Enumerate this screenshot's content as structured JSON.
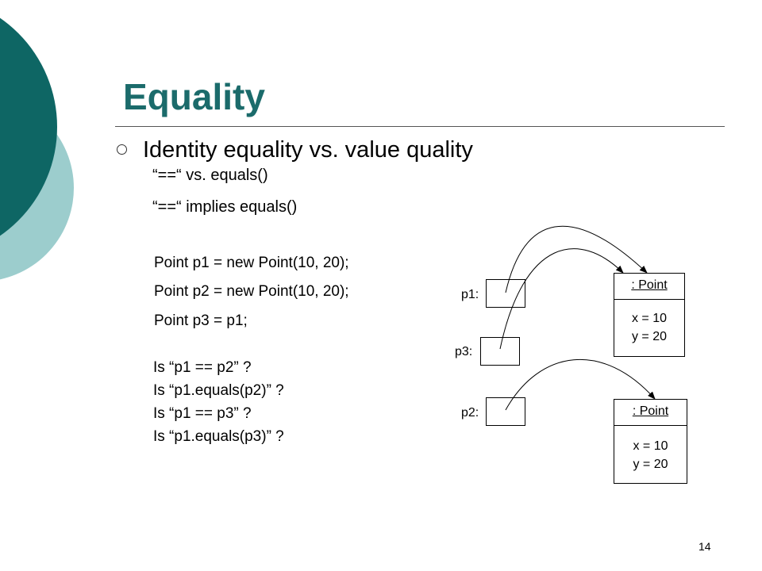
{
  "slide": {
    "title": "Equality",
    "bullet": "Identity equality vs. value quality",
    "sub_items": [
      "“==“ vs. equals()",
      "“==“ implies equals()"
    ],
    "code": [
      "Point p1 = new Point(10, 20);",
      "Point p2 = new Point(10, 20);",
      "Point p3 = p1;"
    ],
    "questions": [
      "Is “p1 == p2” ?",
      "Is “p1.equals(p2)” ?",
      "Is “p1 == p3” ?",
      "Is “p1.equals(p3)” ?"
    ],
    "page_number": "14"
  },
  "diagram": {
    "variables": [
      {
        "id": "p1",
        "label": "p1:",
        "points_to": "obj1"
      },
      {
        "id": "p3",
        "label": "p3:",
        "points_to": "obj1"
      },
      {
        "id": "p2",
        "label": "p2:",
        "points_to": "obj2"
      }
    ],
    "objects": [
      {
        "id": "obj1",
        "header": ": Point",
        "fields": [
          "x = 10",
          "y = 20"
        ]
      },
      {
        "id": "obj2",
        "header": ": Point",
        "fields": [
          "x = 10",
          "y = 20"
        ]
      }
    ]
  },
  "colors": {
    "title": "#1b6b6b",
    "circle_dark": "#0e6664",
    "circle_light": "#9ccdcd"
  }
}
